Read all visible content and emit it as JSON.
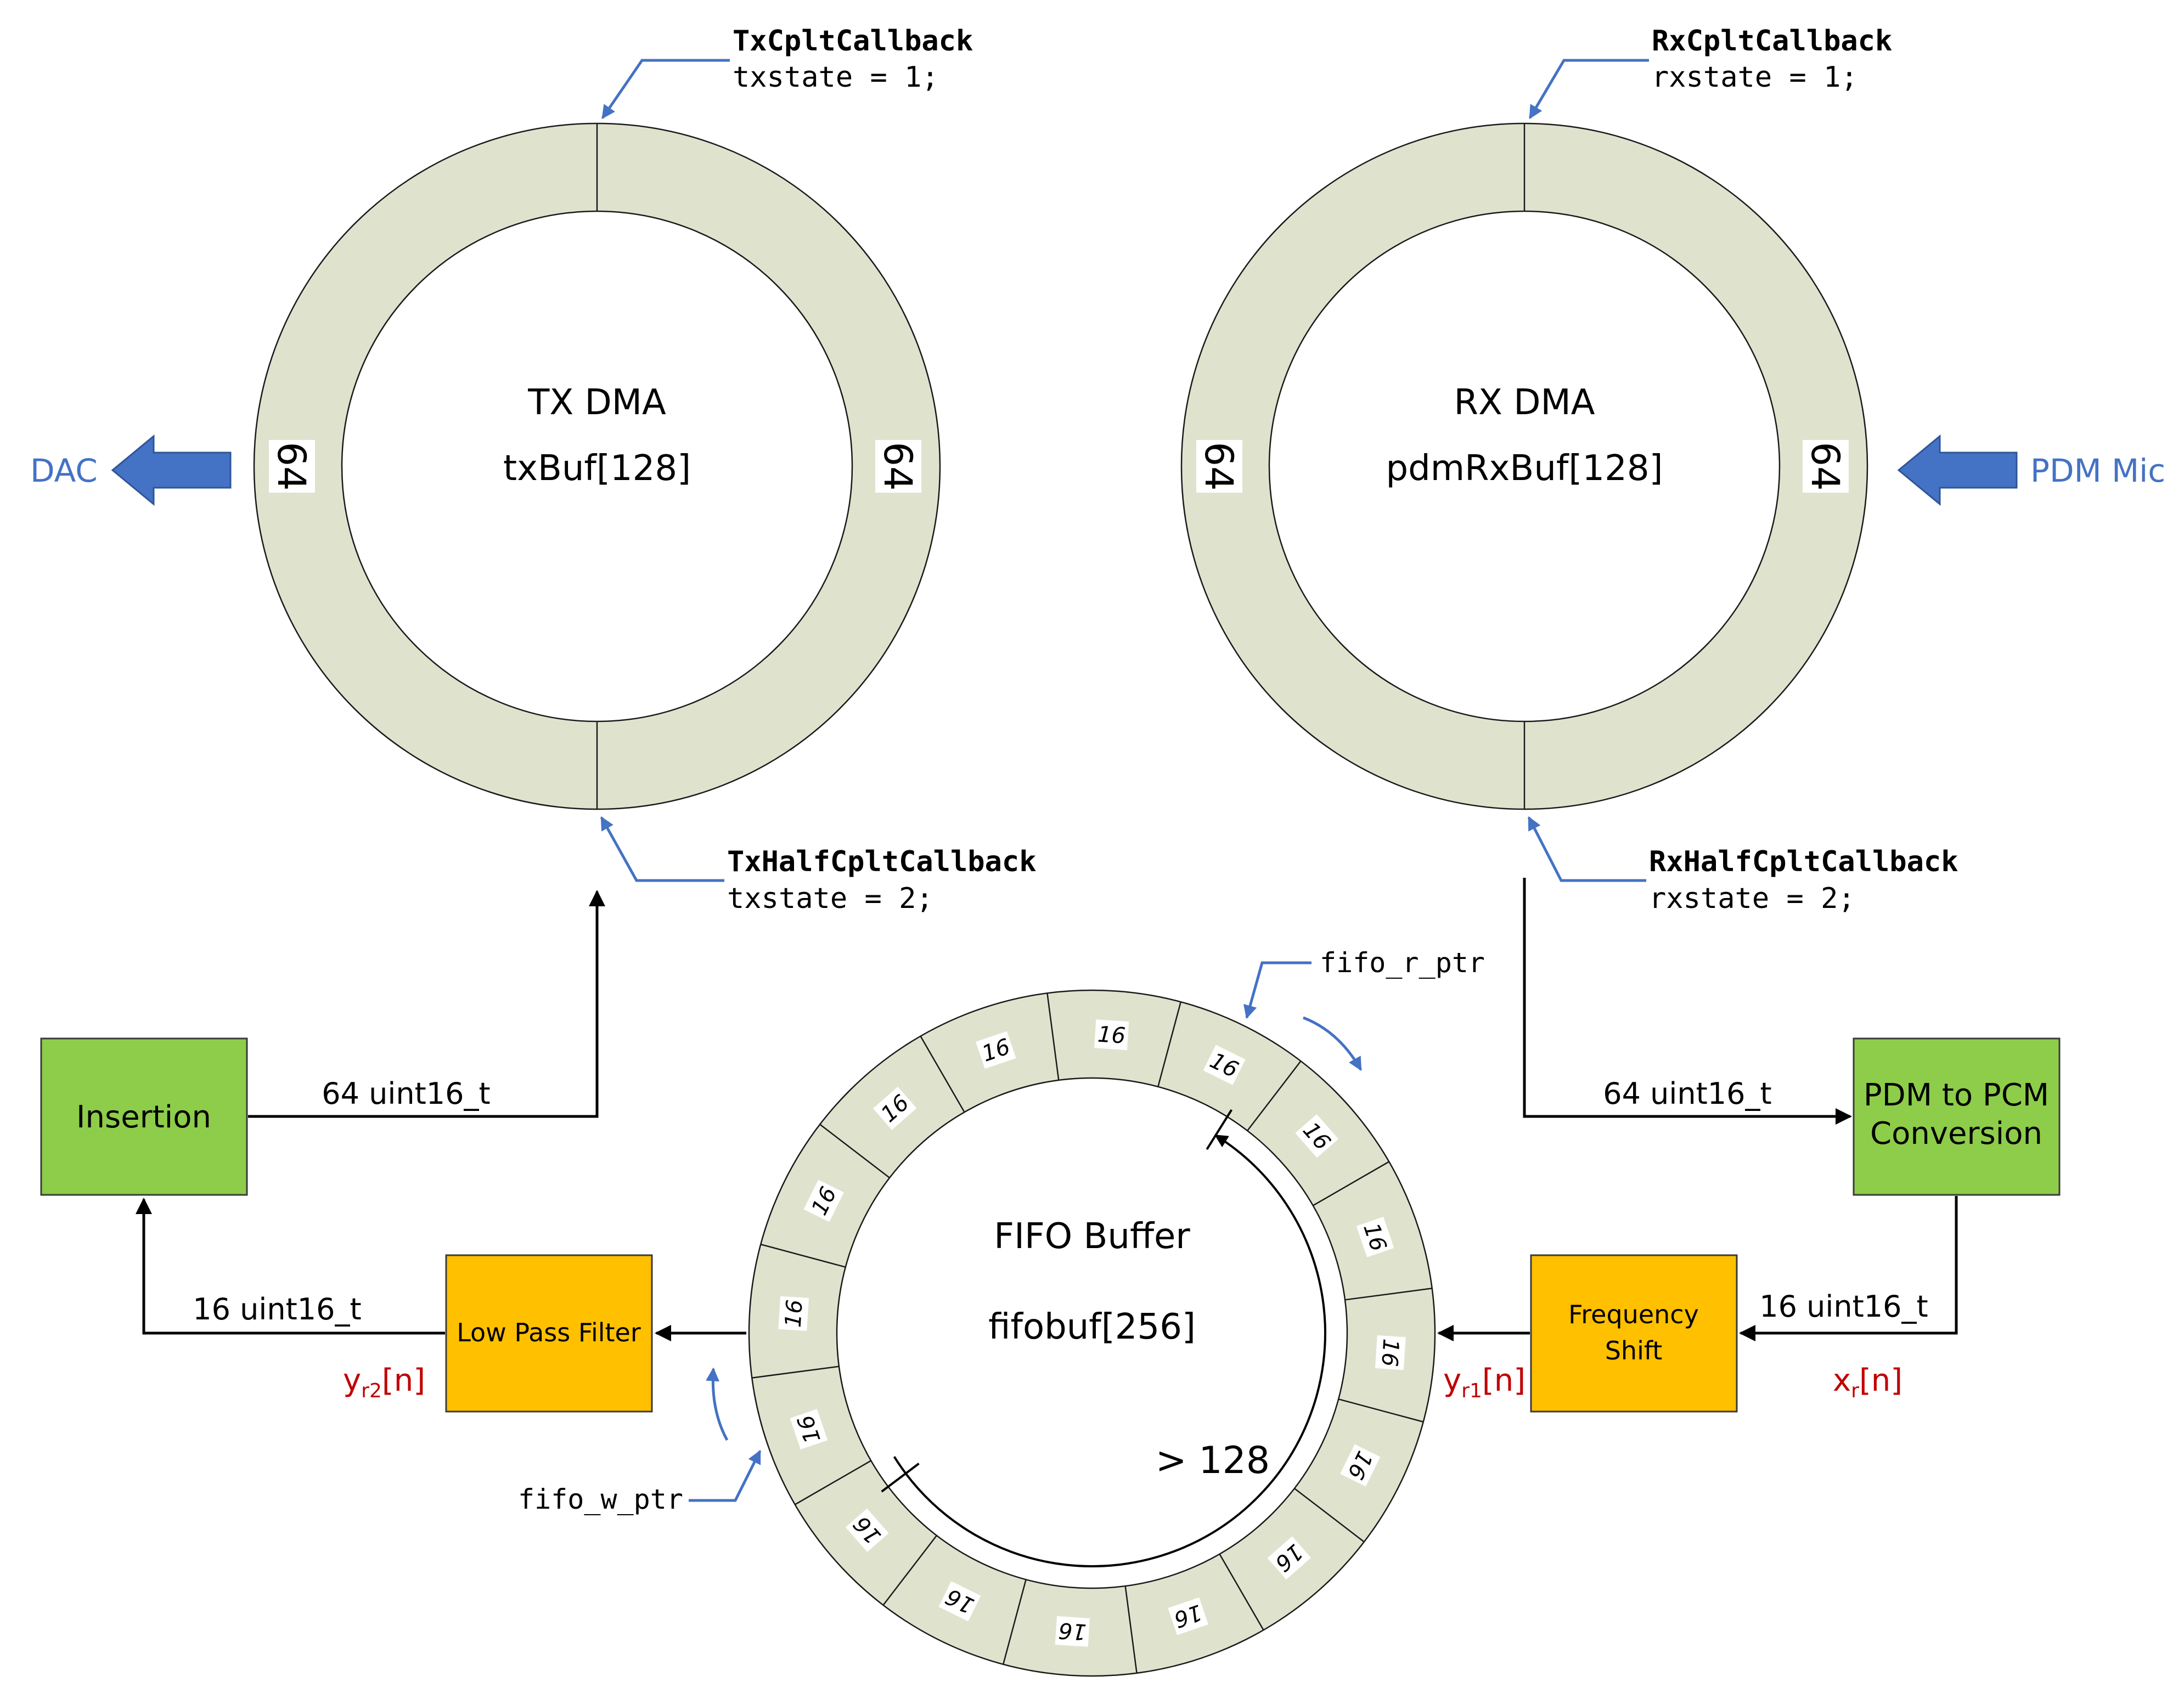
{
  "colors": {
    "ring_fill": "#dfe3ce",
    "green_block": "#8dcd4a",
    "orange_block": "#ffc000",
    "blue_accent": "#4472c4",
    "red_signal": "#c00000"
  },
  "tx_dma": {
    "title": "TX DMA",
    "buffer": "txBuf[128]",
    "half_left": "64",
    "half_right": "64",
    "cplt_callback": "TxCpltCallback",
    "cplt_state": "txstate = 1;",
    "half_callback": "TxHalfCpltCallback",
    "half_state": "txstate = 2;"
  },
  "rx_dma": {
    "title": "RX DMA",
    "buffer": "pdmRxBuf[128]",
    "half_left": "64",
    "half_right": "64",
    "cplt_callback": "RxCpltCallback",
    "cplt_state": "rxstate = 1;",
    "half_callback": "RxHalfCpltCallback",
    "half_state": "rxstate = 2;"
  },
  "endpoints": {
    "dac": "DAC",
    "pdm_mic": "PDM Mic",
    "dac_arrow_icon": "left-block-arrow-icon",
    "mic_arrow_icon": "left-block-arrow-icon"
  },
  "fifo": {
    "title": "FIFO Buffer",
    "buffer": "fifobuf[256]",
    "threshold": "> 128",
    "segment_label": "16",
    "segment_count": 16,
    "read_ptr": "fifo_r_ptr",
    "write_ptr": "fifo_w_ptr"
  },
  "blocks": {
    "insertion": "Insertion",
    "pdm_to_pcm_line1": "PDM to PCM",
    "pdm_to_pcm_line2": "Conversion",
    "low_pass_filter": "Low Pass Filter",
    "freq_shift_line1": "Frequency",
    "freq_shift_line2": "Shift"
  },
  "flow_labels": {
    "insertion_to_tx": "64 uint16_t",
    "rx_to_pdm": "64 uint16_t",
    "lpf_to_insertion": "16 uint16_t",
    "pdm_to_freq": "16 uint16_t"
  },
  "signals": {
    "y_r2": {
      "base": "y",
      "sub": "r2",
      "suffix": "[n]"
    },
    "y_r1": {
      "base": "y",
      "sub": "r1",
      "suffix": "[n]"
    },
    "x_r": {
      "base": "x",
      "sub": "r",
      "suffix": "[n]"
    }
  }
}
